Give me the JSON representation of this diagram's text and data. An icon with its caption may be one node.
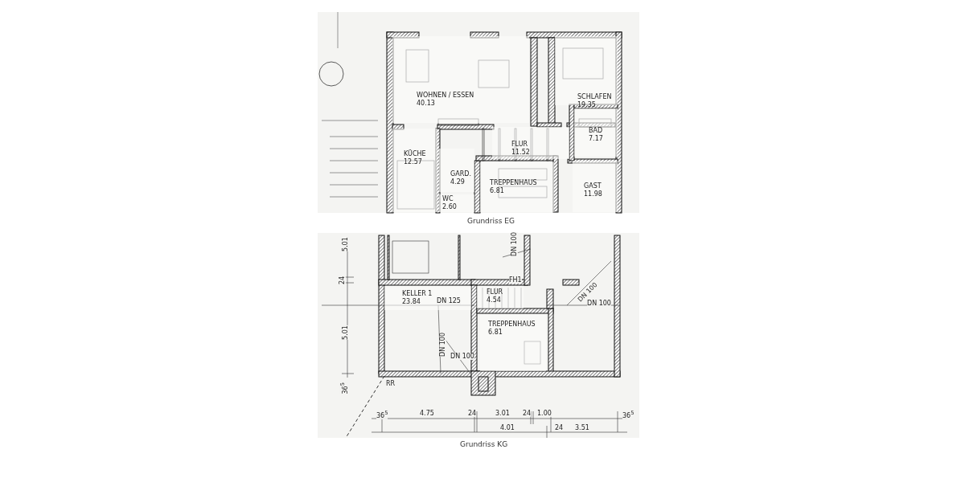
{
  "diagram": {
    "nodes": [
      {
        "text": [
          "WOHNEN / ESSEN",
          "40.13"
        ]
      },
      {
        "text": [
          "SCHLAFEN",
          "19.35"
        ]
      },
      {
        "text": [
          "BAD",
          "7.17"
        ]
      },
      {
        "text": [
          "KÜCHE",
          "12.57"
        ]
      },
      {
        "text": [
          "GARD.",
          "4.29"
        ]
      },
      {
        "text": [
          "FLUR",
          "11.52"
        ]
      },
      {
        "text": [
          "TREPPENHAUS",
          "6.81"
        ]
      },
      {
        "text": [
          "GAST",
          "11.98"
        ]
      },
      {
        "text": [
          "WC",
          "2.60"
        ]
      },
      {
        "text": [
          "KELLER 1",
          "23.84"
        ]
      },
      {
        "text": [
          "FLUR",
          "4.54"
        ]
      },
      {
        "text": [
          "TREPPENHAUS",
          "6.81"
        ]
      }
    ],
    "labels": [
      "Grundriss EG",
      "5.01",
      "DN 100",
      "24",
      "FH1",
      "DN 100",
      "DN 125",
      "DN 100",
      "5.01",
      "DN 100",
      "DN 100",
      "36$^{5}$",
      "RR",
      "36$^{5}$",
      "4.75",
      "24",
      "3.01",
      "24",
      "1.00",
      "36$^{5}$",
      "4.01",
      "24",
      "3.51",
      "Grundriss KG"
    ]
  }
}
